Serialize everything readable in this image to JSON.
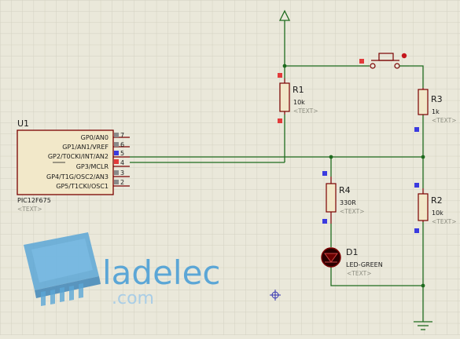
{
  "colors": {
    "background": "#eae8da",
    "grid": "#d3d1c1",
    "wire": "#1f6b1f",
    "body": "#7a0000",
    "ic_fill": "#f2e8c9",
    "pin_red": "#e23b3b",
    "pin_blue": "#3b3bdf",
    "logo": "#5ba6d6"
  },
  "components": {
    "u1": {
      "ref": "U1",
      "part": "PIC12F675",
      "text": "<TEXT>",
      "pins": [
        {
          "name": "GP0/AN0",
          "num": "7"
        },
        {
          "name": "GP1/AN1/VREF",
          "num": "6"
        },
        {
          "name": "GP2/T0CKI/INT/AN2",
          "num": "5"
        },
        {
          "name": "GP3/MCLR",
          "num": "4"
        },
        {
          "name": "GP4/T1G/OSC2/AN3",
          "num": "3"
        },
        {
          "name": "GP5/T1CKI/OSC1",
          "num": "2"
        }
      ]
    },
    "r1": {
      "ref": "R1",
      "value": "10k",
      "text": "<TEXT>"
    },
    "r2": {
      "ref": "R2",
      "value": "10k",
      "text": "<TEXT>"
    },
    "r3": {
      "ref": "R3",
      "value": "1k",
      "text": "<TEXT>"
    },
    "r4": {
      "ref": "R4",
      "value": "330R",
      "text": "<TEXT>"
    },
    "d1": {
      "ref": "D1",
      "value": "LED-GREEN",
      "text": "<TEXT>"
    }
  },
  "watermark": {
    "brand": "ladelec",
    "suffix": ".com"
  }
}
